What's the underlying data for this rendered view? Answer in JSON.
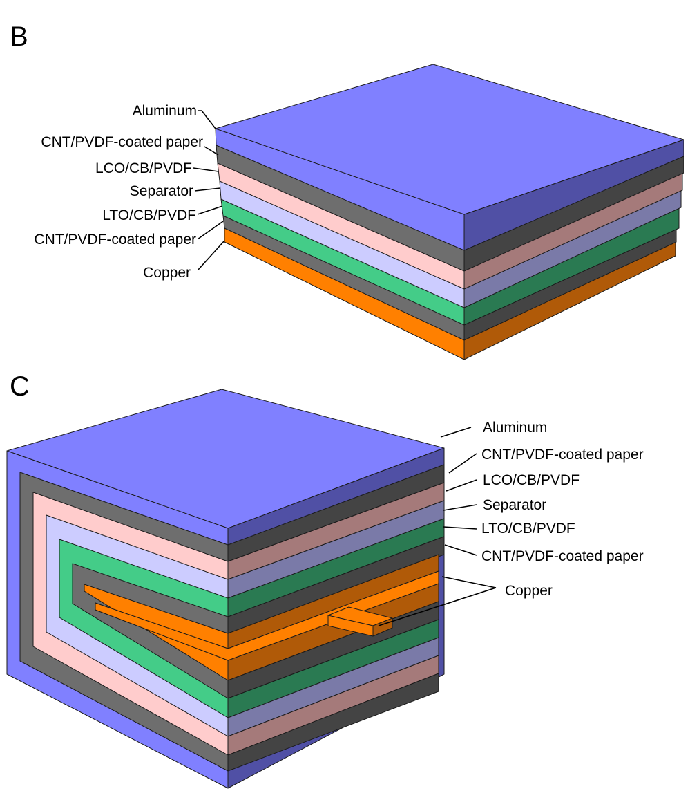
{
  "panels": {
    "b": {
      "letter": "B",
      "labels": [
        "Aluminum",
        "CNT/PVDF-coated paper",
        "LCO/CB/PVDF",
        "Separator",
        "LTO/CB/PVDF",
        "CNT/PVDF-coated paper",
        "Copper"
      ]
    },
    "c": {
      "letter": "C",
      "labels": [
        "Aluminum",
        "CNT/PVDF-coated paper",
        "LCO/CB/PVDF",
        "Separator",
        "LTO/CB/PVDF",
        "CNT/PVDF-coated paper",
        "Copper"
      ]
    }
  },
  "layer_colors": {
    "aluminum": "#8080ff",
    "cnt_paper": "#6e6e6e",
    "lco": "#ffcccc",
    "separator": "#ccccff",
    "lto": "#44cc88",
    "copper": "#ff8000"
  }
}
